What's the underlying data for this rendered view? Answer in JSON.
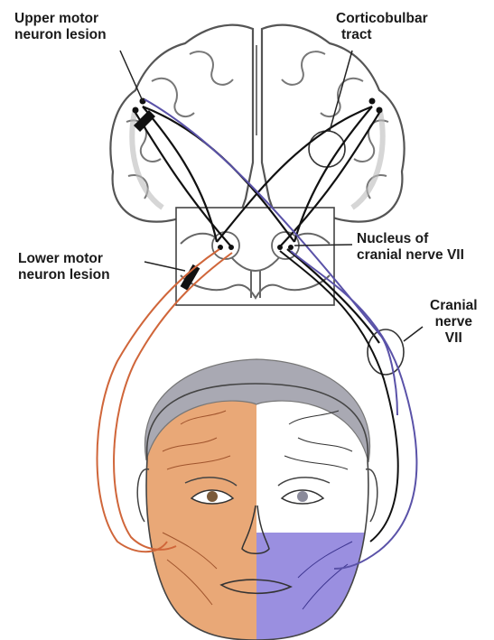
{
  "labels": {
    "upper_motor_neuron_lesion": [
      "Upper motor",
      "neuron lesion"
    ],
    "corticobulbar_tract": [
      "Corticobulbar",
      "tract"
    ],
    "nucleus_cranial_nerve_vii": [
      "Nucleus of",
      "cranial nerve VII"
    ],
    "lower_motor_neuron_lesion": [
      "Lower motor",
      "neuron lesion"
    ],
    "cranial_nerve_vii": [
      "Cranial",
      "nerve",
      "VII"
    ]
  },
  "colors": {
    "upper_face_affected": "#e9a877",
    "lower_face_affected": "#9a8fe0",
    "orange_pathway": "#d0663a",
    "blue_pathway": "#5a52a8",
    "neural_tract": "#111111",
    "hair": "#a9a9b3",
    "brain_outline": "#555555"
  }
}
